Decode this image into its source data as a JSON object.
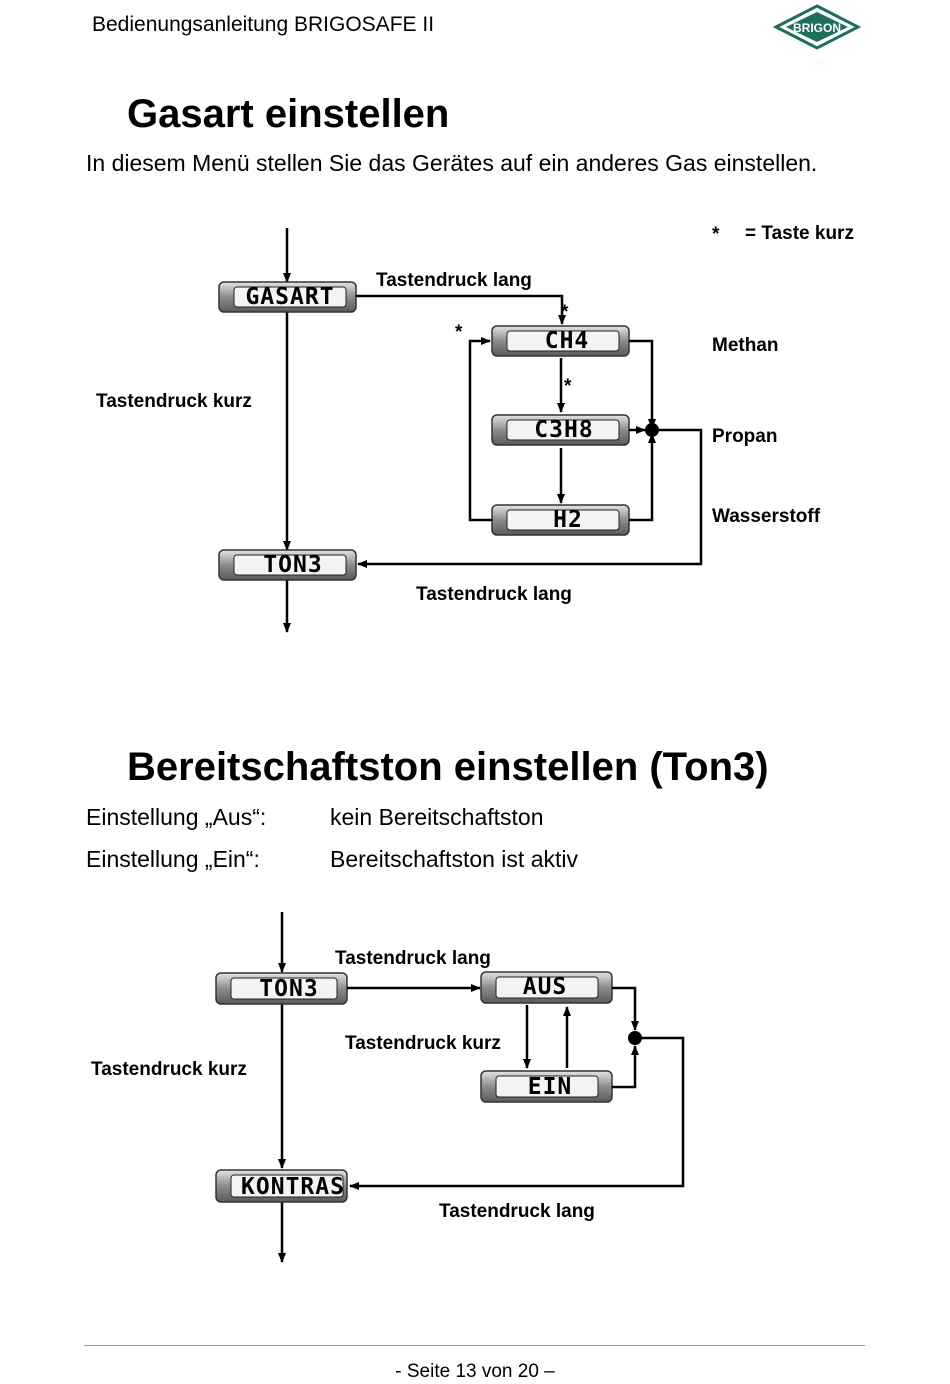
{
  "header": {
    "title": "Bedienungsanleitung BRIGOSAFE II",
    "logo_text": "BRIGON",
    "logo_color": "#1e6e5f"
  },
  "section1": {
    "title": "Gasart einstellen",
    "intro": "In diesem Menü stellen Sie das Gerätes auf ein anderes Gas einstellen.",
    "legend_star": "*",
    "legend_text": "= Taste kurz",
    "diagram": {
      "display_gasart": "GASART",
      "display_ch4": "CH4",
      "display_c3h8": "C3H8",
      "display_h2": "H2",
      "display_ton3": "TON3",
      "label_long_top": "Tastendruck lang",
      "label_short_left": "Tastendruck kurz",
      "label_long_bottom": "Tastendruck lang",
      "label_methan": "Methan",
      "label_propan": "Propan",
      "label_wasserstoff": "Wasserstoff",
      "star": "*"
    }
  },
  "section2": {
    "title": "Bereitschaftston einstellen (Ton3)",
    "settings": [
      {
        "key": "Einstellung „Aus“:",
        "value": "kein Bereitschaftston"
      },
      {
        "key": "Einstellung „Ein“:",
        "value": "Bereitschaftston ist aktiv"
      }
    ],
    "diagram": {
      "display_ton3": "TON3",
      "display_aus": "AUS",
      "display_ein": "EIN",
      "display_kontras": "KONTRAS",
      "label_long_top": "Tastendruck lang",
      "label_short_left": "Tastendruck kurz",
      "label_short_mid": "Tastendruck kurz",
      "label_long_bottom": "Tastendruck lang"
    }
  },
  "footer": {
    "page_label": "- Seite 13 von 20 –"
  }
}
